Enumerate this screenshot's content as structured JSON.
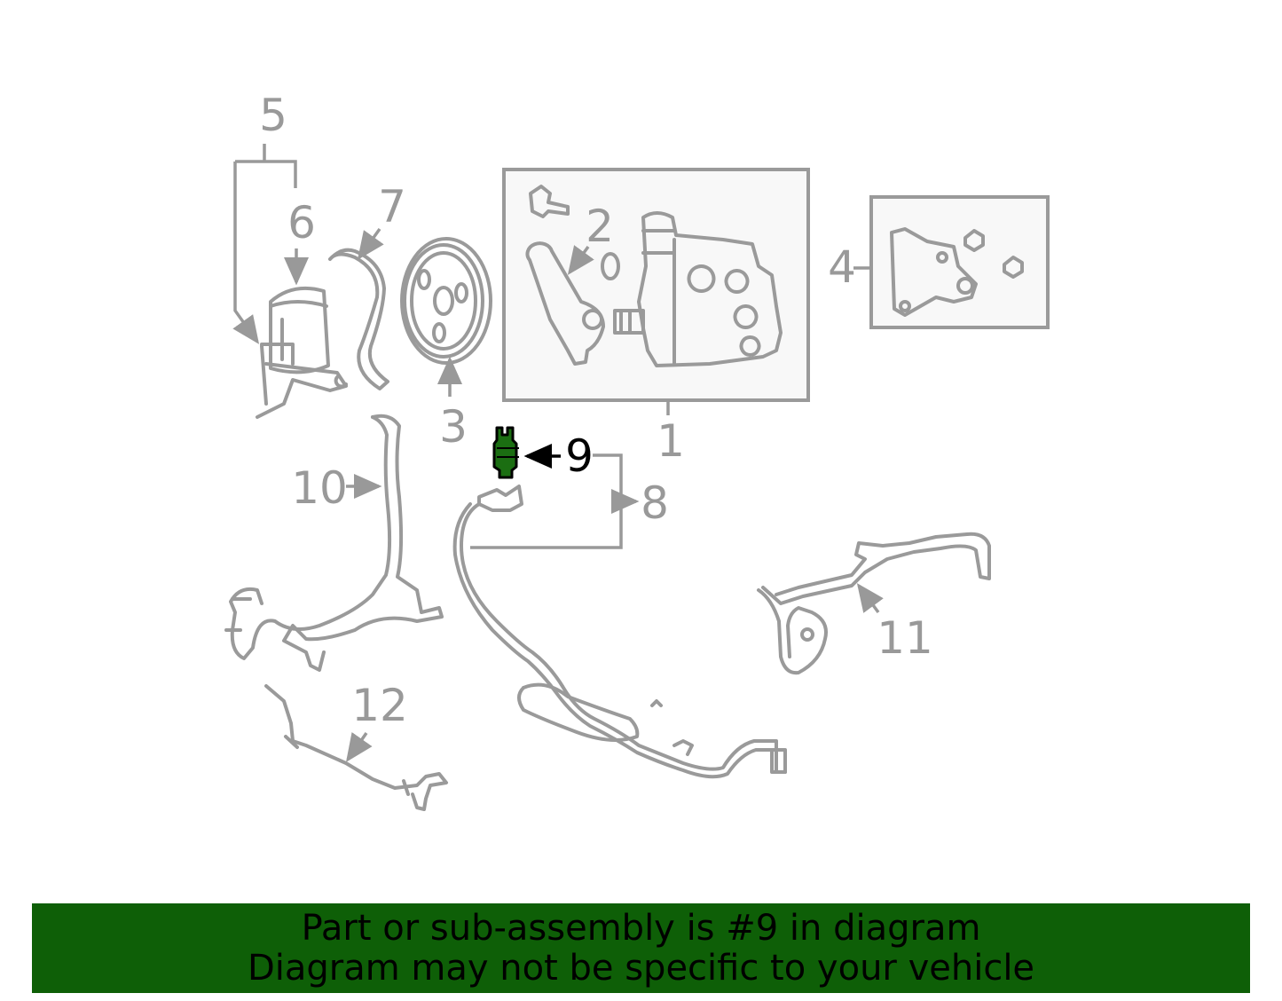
{
  "diagram": {
    "highlight_color": "#1b6e12",
    "callouts": {
      "c1": "1",
      "c2": "2",
      "c3": "3",
      "c4": "4",
      "c5": "5",
      "c6": "6",
      "c7": "7",
      "c8": "8",
      "c9": "9",
      "c10": "10",
      "c11": "11",
      "c12": "12"
    },
    "highlighted_part": "9"
  },
  "banner": {
    "line1": "Part or sub-assembly is #9 in diagram",
    "line2": "Diagram may not be specific to your vehicle",
    "background": "#0e5f07"
  }
}
